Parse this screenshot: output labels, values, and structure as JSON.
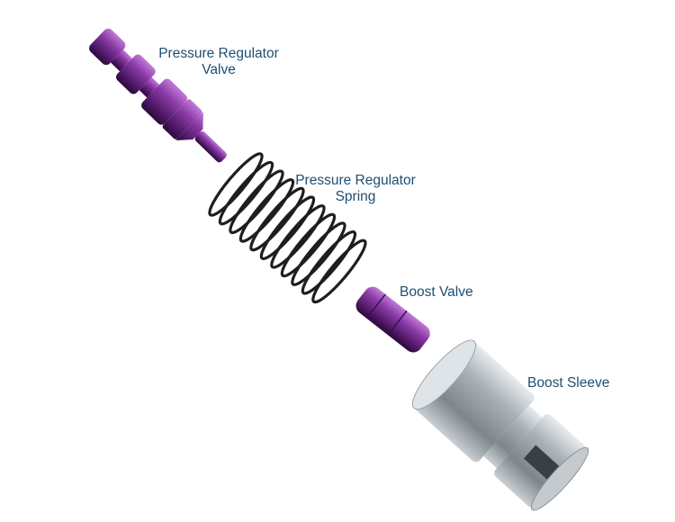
{
  "labels": {
    "pressure_regulator_valve": {
      "line1": "Pressure Regulator",
      "line2": "Valve"
    },
    "pressure_regulator_spring": {
      "line1": "Pressure Regulator",
      "line2": "Spring"
    },
    "boost_valve": "Boost Valve",
    "boost_sleeve": "Boost Sleeve"
  },
  "colors": {
    "label": "#1f4e72",
    "valve": "#7a2d91",
    "spring": "#222222",
    "sleeve": "#b8bec4"
  }
}
